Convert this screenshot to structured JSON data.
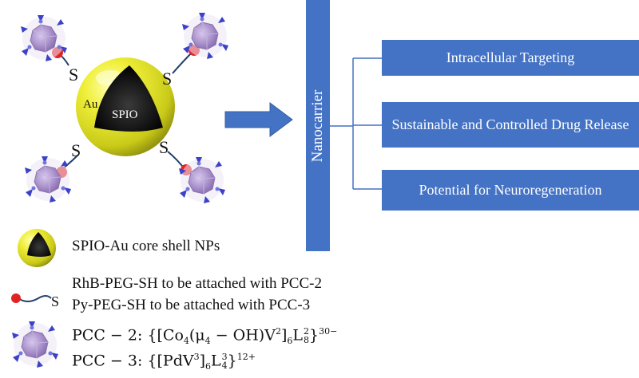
{
  "labels": {
    "shell": "Au",
    "core": "SPIO",
    "nanocarrier": "Nanocarrier"
  },
  "applications": [
    "Intracellular Targeting",
    "Sustainable and Controlled Drug Release",
    "Potential for Neuroregeneration"
  ],
  "legend": {
    "core_shell": "SPIO-Au core shell NPs",
    "linker_1": "RhB-PEG-SH to be attached with PCC-2",
    "linker_2": "Py-PEG-SH to be attached with PCC-3"
  },
  "formulas": {
    "pcc2_prefix": "PCC − 2:",
    "pcc2_body": "{[Co",
    "pcc2_sub1": "4",
    "pcc2_mid": "(μ",
    "pcc2_sub2": "4",
    "pcc2_mid2": " − OH)V",
    "pcc2_sup1": "2",
    "pcc2_close": "]",
    "pcc2_sub3": "6",
    "pcc2_L": "L",
    "pcc2_Lsup": "2",
    "pcc2_Lsub": "8",
    "pcc2_end": "}",
    "pcc2_charge": "30−",
    "pcc3_prefix": "PCC − 3:",
    "pcc3_body": "{[PdV",
    "pcc3_sup1": "3",
    "pcc3_close": "]",
    "pcc3_sub1": "6",
    "pcc3_L": "L",
    "pcc3_Lsup": "3",
    "pcc3_Lsub": "4",
    "pcc3_end": "}",
    "pcc3_charge": "12+"
  },
  "colors": {
    "blue": "#4472c4",
    "gold": "#e5e51a",
    "cluster": "#a58cc8",
    "ligand": "#3c42c8",
    "dye": "#e82020"
  },
  "icons": [
    "thiol-s-icon",
    "polyoxometalate-cluster-icon",
    "core-shell-nanoparticle-icon",
    "arrow-right-icon"
  ]
}
